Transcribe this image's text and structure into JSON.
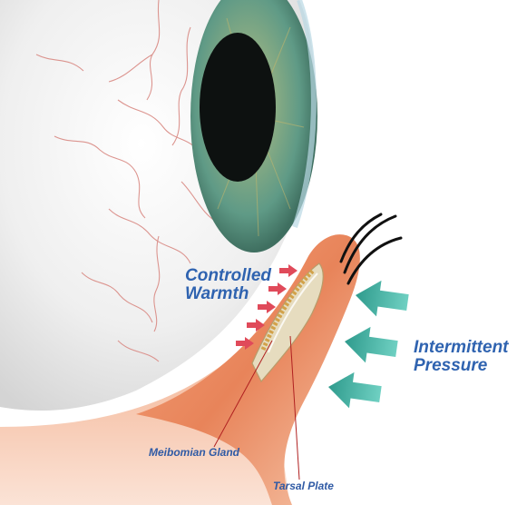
{
  "labels": {
    "warmth_line1": "Controlled",
    "warmth_line2": "Warmth",
    "pressure_line1": "Intermittent",
    "pressure_line2": "Pressure",
    "gland": "Meibomian Gland",
    "plate": "Tarsal Plate"
  },
  "colors": {
    "label_blue": "#2f63b0",
    "iris_green": "#5f9a86",
    "pupil": "#0d1110",
    "sclera": "#f2f2f2",
    "vessel_red": "#d98a84",
    "eyelid_skin": "#e88a5c",
    "warmth_arrow": "#e04a5a",
    "pressure_arrow": "#3aa89a"
  },
  "icons": {
    "warmth_arrows": "small-red-arrow-icon",
    "pressure_arrows": "teal-block-arrow-icon"
  }
}
